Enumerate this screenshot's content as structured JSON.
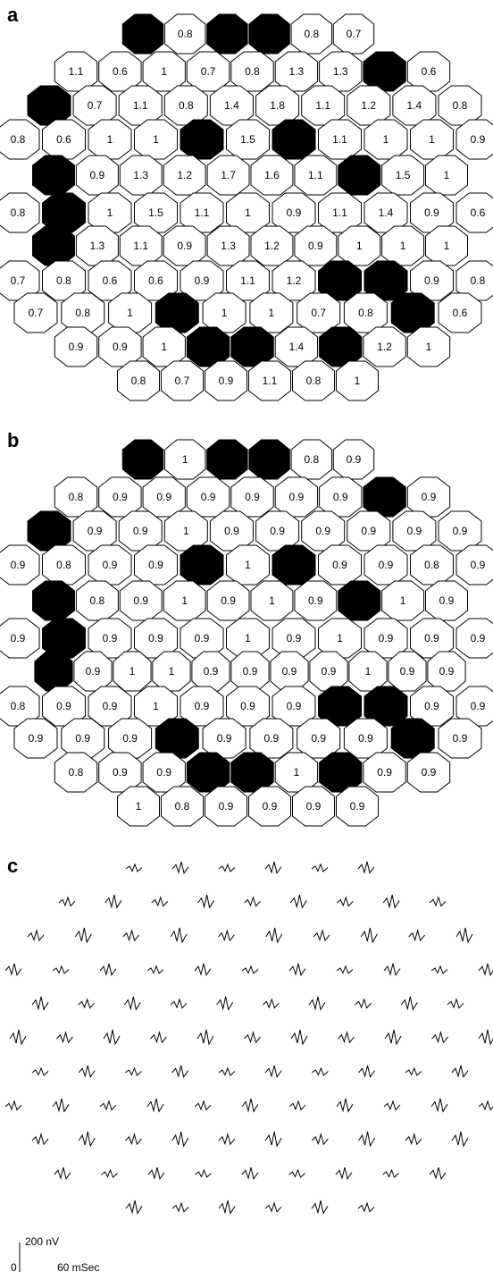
{
  "labels": {
    "a": "a",
    "b": "b",
    "c": "c"
  },
  "rows": [
    [
      {
        "v": "",
        "f": "#000"
      },
      {
        "v": "0.8",
        "f": "#fff"
      },
      {
        "v": "",
        "f": "#000"
      },
      {
        "v": "",
        "f": "#000"
      },
      {
        "v": "0.8",
        "f": "#fff"
      },
      {
        "v": "0.7",
        "f": "#fff"
      }
    ],
    [
      {
        "v": "1.1",
        "f": "#fff"
      },
      {
        "v": "0.6",
        "f": "#fff"
      },
      {
        "v": "1",
        "f": "#fff"
      },
      {
        "v": "0.7",
        "f": "#fff"
      },
      {
        "v": "0.8",
        "f": "#fff"
      },
      {
        "v": "1.3",
        "f": "#fff"
      },
      {
        "v": "1.3",
        "f": "#fff"
      },
      {
        "v": "",
        "f": "#000"
      },
      {
        "v": "0.6",
        "f": "#fff"
      }
    ],
    [
      {
        "v": "",
        "f": "#000"
      },
      {
        "v": "0.7",
        "f": "#fff"
      },
      {
        "v": "1.1",
        "f": "#fff"
      },
      {
        "v": "0.8",
        "f": "#fff"
      },
      {
        "v": "1.4",
        "f": "#fff"
      },
      {
        "v": "1.8",
        "f": "#fff"
      },
      {
        "v": "1.1",
        "f": "#fff"
      },
      {
        "v": "1.2",
        "f": "#fff"
      },
      {
        "v": "1.4",
        "f": "#fff"
      },
      {
        "v": "0.8",
        "f": "#fff"
      }
    ],
    [
      {
        "v": "0.8",
        "f": "#fff"
      },
      {
        "v": "0.6",
        "f": "#fff"
      },
      {
        "v": "1",
        "f": "#fff"
      },
      {
        "v": "1",
        "f": "#fff"
      },
      {
        "v": "",
        "f": "#000"
      },
      {
        "v": "1.5",
        "f": "#fff"
      },
      {
        "v": "",
        "f": "#000"
      },
      {
        "v": "1.1",
        "f": "#fff"
      },
      {
        "v": "1",
        "f": "#fff"
      },
      {
        "v": "1",
        "f": "#fff"
      },
      {
        "v": "0.9",
        "f": "#fff"
      }
    ],
    [
      {
        "v": "",
        "f": "#000"
      },
      {
        "v": "0.9",
        "f": "#fff"
      },
      {
        "v": "1.3",
        "f": "#fff"
      },
      {
        "v": "1.2",
        "f": "#fff"
      },
      {
        "v": "1.7",
        "f": "#fff"
      },
      {
        "v": "1.6",
        "f": "#fff"
      },
      {
        "v": "1.1",
        "f": "#fff"
      },
      {
        "v": "",
        "f": "#000"
      },
      {
        "v": "1.5",
        "f": "#fff"
      },
      {
        "v": "1",
        "f": "#fff"
      }
    ],
    [
      {
        "v": "0.8",
        "f": "#fff"
      },
      {
        "v": "",
        "f": "#000"
      },
      {
        "v": "1",
        "f": "#fff"
      },
      {
        "v": "1.5",
        "f": "#fff"
      },
      {
        "v": "1.1",
        "f": "#fff"
      },
      {
        "v": "1",
        "f": "#fff"
      },
      {
        "v": "0.9",
        "f": "#fff"
      },
      {
        "v": "1.1",
        "f": "#fff"
      },
      {
        "v": "1.4",
        "f": "#fff"
      },
      {
        "v": "0.9",
        "f": "#fff"
      },
      {
        "v": "0.6",
        "f": "#fff"
      }
    ],
    [
      {
        "v": "",
        "f": "#000"
      },
      {
        "v": "1.3",
        "f": "#fff"
      },
      {
        "v": "1.1",
        "f": "#fff"
      },
      {
        "v": "0.9",
        "f": "#fff"
      },
      {
        "v": "1.3",
        "f": "#fff"
      },
      {
        "v": "1.2",
        "f": "#fff"
      },
      {
        "v": "0.9",
        "f": "#fff"
      },
      {
        "v": "1",
        "f": "#fff"
      },
      {
        "v": "1",
        "f": "#fff"
      },
      {
        "v": "1",
        "f": "#fff"
      }
    ],
    [
      {
        "v": "0.7",
        "f": "#fff"
      },
      {
        "v": "0.8",
        "f": "#fff"
      },
      {
        "v": "0.6",
        "f": "#fff"
      },
      {
        "v": "0.6",
        "f": "#fff"
      },
      {
        "v": "0.9",
        "f": "#fff"
      },
      {
        "v": "1.1",
        "f": "#fff"
      },
      {
        "v": "1.2",
        "f": "#fff"
      },
      {
        "v": "",
        "f": "#000"
      },
      {
        "v": "",
        "f": "#000"
      },
      {
        "v": "0.9",
        "f": "#fff"
      },
      {
        "v": "0.8",
        "f": "#fff"
      }
    ],
    [
      {
        "v": "0.7",
        "f": "#fff"
      },
      {
        "v": "0.8",
        "f": "#fff"
      },
      {
        "v": "1",
        "f": "#fff"
      },
      {
        "v": "",
        "f": "#000"
      },
      {
        "v": "1",
        "f": "#fff"
      },
      {
        "v": "1",
        "f": "#fff"
      },
      {
        "v": "0.7",
        "f": "#fff"
      },
      {
        "v": "0.8",
        "f": "#fff"
      },
      {
        "v": "",
        "f": "#000"
      },
      {
        "v": "0.6",
        "f": "#fff"
      }
    ],
    [
      {
        "v": "0.9",
        "f": "#fff"
      },
      {
        "v": "0.9",
        "f": "#fff"
      },
      {
        "v": "1",
        "f": "#fff"
      },
      {
        "v": "",
        "f": "#000"
      },
      {
        "v": "",
        "f": "#000"
      },
      {
        "v": "1.4",
        "f": "#fff"
      },
      {
        "v": "",
        "f": "#000"
      },
      {
        "v": "1.2",
        "f": "#fff"
      },
      {
        "v": "1",
        "f": "#fff"
      }
    ],
    [
      {
        "v": "0.8",
        "f": "#fff"
      },
      {
        "v": "0.7",
        "f": "#fff"
      },
      {
        "v": "0.9",
        "f": "#fff"
      },
      {
        "v": "1.1",
        "f": "#fff"
      },
      {
        "v": "0.8",
        "f": "#fff"
      },
      {
        "v": "1",
        "f": "#fff"
      }
    ]
  ],
  "rowsB": [
    [
      "",
      "1",
      "",
      "",
      "0.8",
      "0.9"
    ],
    [
      "0.8",
      "0.9",
      "0.9",
      "0.9",
      "0.9",
      "0.9",
      "0.9",
      "",
      "0.9"
    ],
    [
      "",
      "0.9",
      "0.9",
      "1",
      "0.9",
      "0.9",
      "0.9",
      "0.9",
      "0.9",
      "0.9"
    ],
    [
      "0.9",
      "0.8",
      "0.9",
      "0.9",
      "",
      "1",
      "",
      "0.9",
      "0.9",
      "0.8",
      "0.9"
    ],
    [
      "",
      "0.8",
      "0.9",
      "1",
      "0.9",
      "1",
      "0.9",
      "",
      "1",
      "0.9"
    ],
    [
      "0.9",
      "",
      "0.9",
      "0.9",
      "0.9",
      "1",
      "0.9",
      "1",
      "0.9",
      "0.9",
      "0.9"
    ],
    [
      "",
      "0.9",
      "1",
      "1",
      "0.9",
      "0.9",
      "0.9",
      "0.9",
      "1",
      "0.9",
      "0.9"
    ],
    [
      "0.8",
      "0.9",
      "0.9",
      "1",
      "0.9",
      "0.9",
      "0.9",
      "",
      "",
      "0.9",
      "0.9"
    ],
    [
      "0.9",
      "0.9",
      "0.9",
      "",
      "0.9",
      "0.9",
      "0.9",
      "0.9",
      "",
      "0.9"
    ],
    [
      "0.8",
      "0.9",
      "0.9",
      "",
      "",
      "1",
      "",
      "0.9",
      "0.9"
    ],
    [
      "1",
      "0.8",
      "0.9",
      "0.9",
      "0.9",
      "0.9"
    ]
  ],
  "scale_bar": {
    "amplitude": "200 nV",
    "zero": "0",
    "time": "60 mSec"
  }
}
